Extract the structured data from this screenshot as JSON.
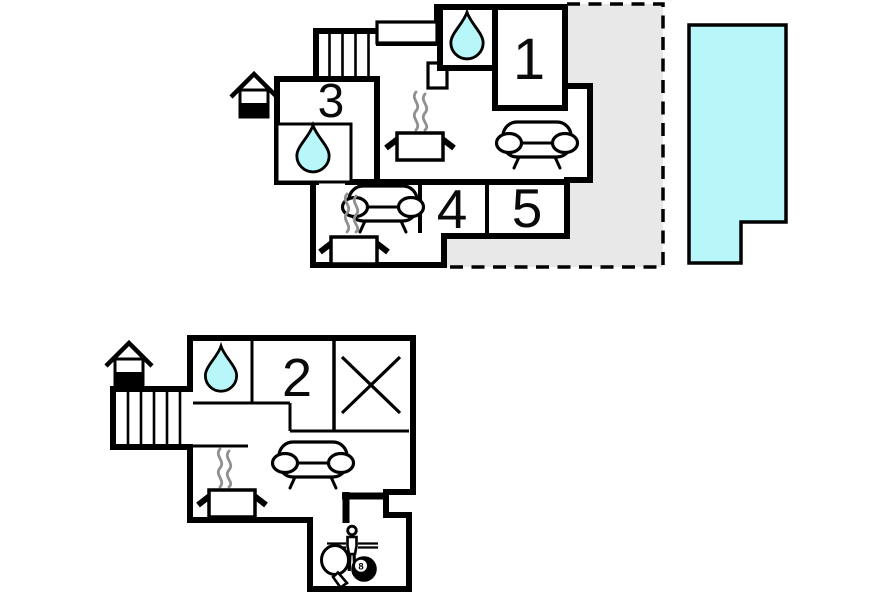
{
  "diagram": {
    "kind": "two-storey holiday-home floor plan",
    "colors": {
      "water_blue": "#b7f6f9",
      "terrace_gray": "#e8e8e8",
      "wall_black": "#000000",
      "steam_gray": "#909090"
    },
    "upper_floor": {
      "rooms": {
        "room1": "1",
        "room3": "3",
        "room4": "4",
        "room5": "5"
      },
      "features": [
        "staircase",
        "entrance-house-icon",
        "bathroom-waterdrop",
        "bathroom-waterdrop",
        "kitchen-stove",
        "steam",
        "sofa",
        "sofa",
        "kitchen-stove",
        "steam",
        "terrace-dashed-area",
        "swimming-pool"
      ]
    },
    "lower_floor": {
      "rooms": {
        "room2": "2"
      },
      "features": [
        "staircase",
        "entrance-house-icon",
        "bathroom-waterdrop",
        "crossed-out-room",
        "sofa",
        "kitchen-stove",
        "steam",
        "game-room",
        "foosball-player",
        "table-tennis-paddle",
        "billiard-8-ball"
      ],
      "billiard_ball_label": "8"
    }
  }
}
